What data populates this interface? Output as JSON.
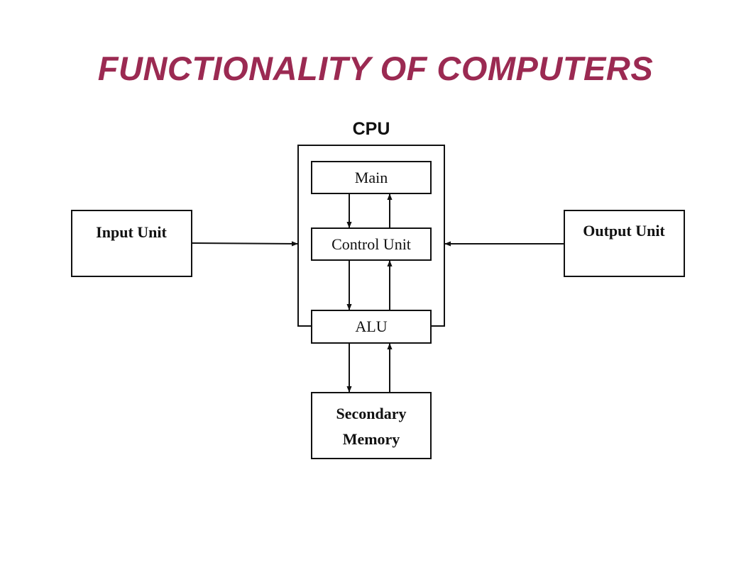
{
  "title": "FUNCTIONALITY OF COMPUTERS",
  "colors": {
    "title": "#9b2a52",
    "stroke": "#111111",
    "background": "#ffffff"
  },
  "diagram": {
    "cpu_label": "CPU",
    "main_label": "Main",
    "control_unit_label": "Control Unit",
    "alu_label": "ALU",
    "input_unit_label": "Input Unit",
    "output_unit_label": "Output Unit",
    "secondary_memory_line1": "Secondary",
    "secondary_memory_line2": "Memory"
  }
}
